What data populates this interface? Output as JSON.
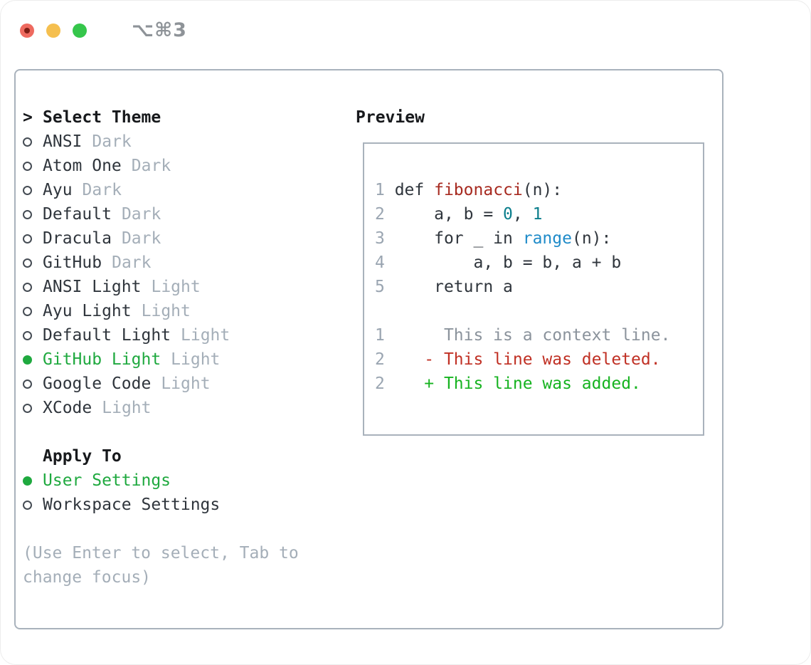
{
  "palette": {
    "accent_green": "#1fa93f",
    "text_dark": "#2f353c",
    "header_black": "#17191c",
    "muted_gray": "#a4aeb8",
    "panel_border": "#a9b2bc",
    "titlebar_gray": "#8e9398",
    "code": "#2f353c",
    "lineno": "#9aa5b1",
    "func": "#a72a20",
    "num": "#0b7e8c",
    "builtin": "#1f8bc9",
    "context": "#8b939c",
    "deleted": "#c03024",
    "added": "#16b320"
  },
  "titlebar": {
    "title": "⌥⌘3",
    "lights": [
      {
        "name": "close-button",
        "color": "#ee6a5f",
        "dot": "#7e1d14"
      },
      {
        "name": "minimize-button",
        "color": "#f5bf4f",
        "dot": ""
      },
      {
        "name": "zoom-button",
        "color": "#35c64b",
        "dot": ""
      }
    ]
  },
  "theme_list": {
    "caret": ">",
    "header": "Select Theme",
    "items": [
      {
        "label": "ANSI",
        "tag": "Dark",
        "selected": false
      },
      {
        "label": "Atom One",
        "tag": "Dark",
        "selected": false
      },
      {
        "label": "Ayu",
        "tag": "Dark",
        "selected": false
      },
      {
        "label": "Default",
        "tag": "Dark",
        "selected": false
      },
      {
        "label": "Dracula",
        "tag": "Dark",
        "selected": false
      },
      {
        "label": "GitHub",
        "tag": "Dark",
        "selected": false
      },
      {
        "label": "ANSI Light",
        "tag": "Light",
        "selected": false
      },
      {
        "label": "Ayu Light",
        "tag": "Light",
        "selected": false
      },
      {
        "label": "Default Light",
        "tag": "Light",
        "selected": false
      },
      {
        "label": "GitHub Light",
        "tag": "Light",
        "selected": true
      },
      {
        "label": "Google Code",
        "tag": "Light",
        "selected": false
      },
      {
        "label": "XCode",
        "tag": "Light",
        "selected": false
      }
    ]
  },
  "apply_to": {
    "header": "Apply To",
    "items": [
      {
        "label": "User Settings",
        "selected": true
      },
      {
        "label": "Workspace Settings",
        "selected": false
      }
    ]
  },
  "hint": {
    "line1": "(Use Enter to select, Tab to",
    "line2": "change focus)"
  },
  "preview": {
    "label": "Preview",
    "lines": [
      [
        [
          "1",
          "lineno"
        ],
        [
          " def ",
          "code"
        ],
        [
          "fibonacci",
          "func"
        ],
        [
          "(n):",
          "code"
        ]
      ],
      [
        [
          "2",
          "lineno"
        ],
        [
          "     a, b = ",
          "code"
        ],
        [
          "0",
          "num"
        ],
        [
          ", ",
          "code"
        ],
        [
          "1",
          "num"
        ]
      ],
      [
        [
          "3",
          "lineno"
        ],
        [
          "     for _ in ",
          "code"
        ],
        [
          "range",
          "builtin"
        ],
        [
          "(n):",
          "code"
        ]
      ],
      [
        [
          "4",
          "lineno"
        ],
        [
          "         a, b = b, a + b",
          "code"
        ]
      ],
      [
        [
          "5",
          "lineno"
        ],
        [
          "     return a",
          "code"
        ]
      ],
      [],
      [
        [
          "1",
          "lineno"
        ],
        [
          "      This is a context line.",
          "context"
        ]
      ],
      [
        [
          "2",
          "lineno"
        ],
        [
          "    - This line was deleted.",
          "deleted"
        ]
      ],
      [
        [
          "2",
          "lineno"
        ],
        [
          "    + This line was added.",
          "added"
        ]
      ]
    ]
  }
}
